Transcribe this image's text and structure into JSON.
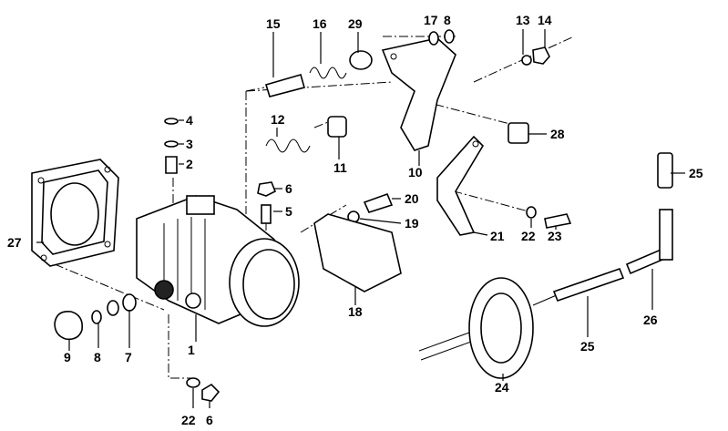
{
  "parts": [
    {
      "id": "p1",
      "label": "1"
    },
    {
      "id": "p2",
      "label": "2"
    },
    {
      "id": "p3",
      "label": "3"
    },
    {
      "id": "p4",
      "label": "4"
    },
    {
      "id": "p5",
      "label": "5"
    },
    {
      "id": "p6a",
      "label": "6"
    },
    {
      "id": "p6b",
      "label": "6"
    },
    {
      "id": "p7",
      "label": "7"
    },
    {
      "id": "p8a",
      "label": "8"
    },
    {
      "id": "p8b",
      "label": "8"
    },
    {
      "id": "p9",
      "label": "9"
    },
    {
      "id": "p10",
      "label": "10"
    },
    {
      "id": "p11",
      "label": "11"
    },
    {
      "id": "p12",
      "label": "12"
    },
    {
      "id": "p13",
      "label": "13"
    },
    {
      "id": "p14",
      "label": "14"
    },
    {
      "id": "p15",
      "label": "15"
    },
    {
      "id": "p16",
      "label": "16"
    },
    {
      "id": "p17",
      "label": "17"
    },
    {
      "id": "p18",
      "label": "18"
    },
    {
      "id": "p19",
      "label": "19"
    },
    {
      "id": "p20",
      "label": "20"
    },
    {
      "id": "p21",
      "label": "21"
    },
    {
      "id": "p22a",
      "label": "22"
    },
    {
      "id": "p22b",
      "label": "22"
    },
    {
      "id": "p23",
      "label": "23"
    },
    {
      "id": "p24",
      "label": "24"
    },
    {
      "id": "p25a",
      "label": "25"
    },
    {
      "id": "p25b",
      "label": "25"
    },
    {
      "id": "p26",
      "label": "26"
    },
    {
      "id": "p27",
      "label": "27"
    },
    {
      "id": "p28",
      "label": "28"
    },
    {
      "id": "p29",
      "label": "29"
    }
  ]
}
